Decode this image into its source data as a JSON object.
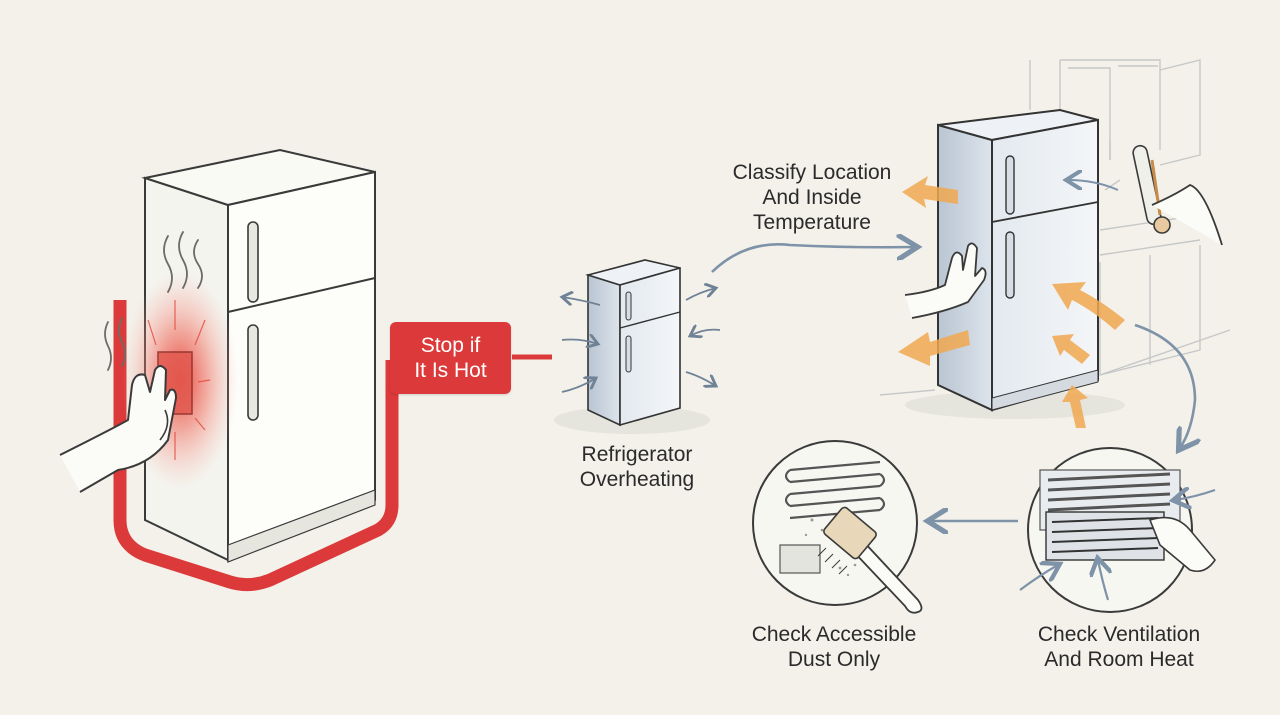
{
  "steps": {
    "stop": "Stop if\nIt Is Hot",
    "center": "Refrigerator\nOverheating",
    "classify": "Classify Location\nAnd Inside\nTemperature",
    "ventilation": "Check Ventilation\nAnd Room Heat",
    "dust": "Check Accessible\nDust Only"
  },
  "colors": {
    "background": "#f3f1ea",
    "hot": "#dc3a3a",
    "airflow_warm": "#f0a850",
    "airflow_cool": "#7e93a8",
    "fridge_body": "#fdfdfa",
    "fridge_steel": "#cfd8e2",
    "ink": "#2b2b2b"
  },
  "icons": [
    "hot-fridge-icon",
    "hand-icon",
    "heat-wave-icon",
    "small-fridge-icon",
    "thermometer-icon",
    "brush-icon",
    "vent-grille-icon",
    "coil-icon"
  ]
}
